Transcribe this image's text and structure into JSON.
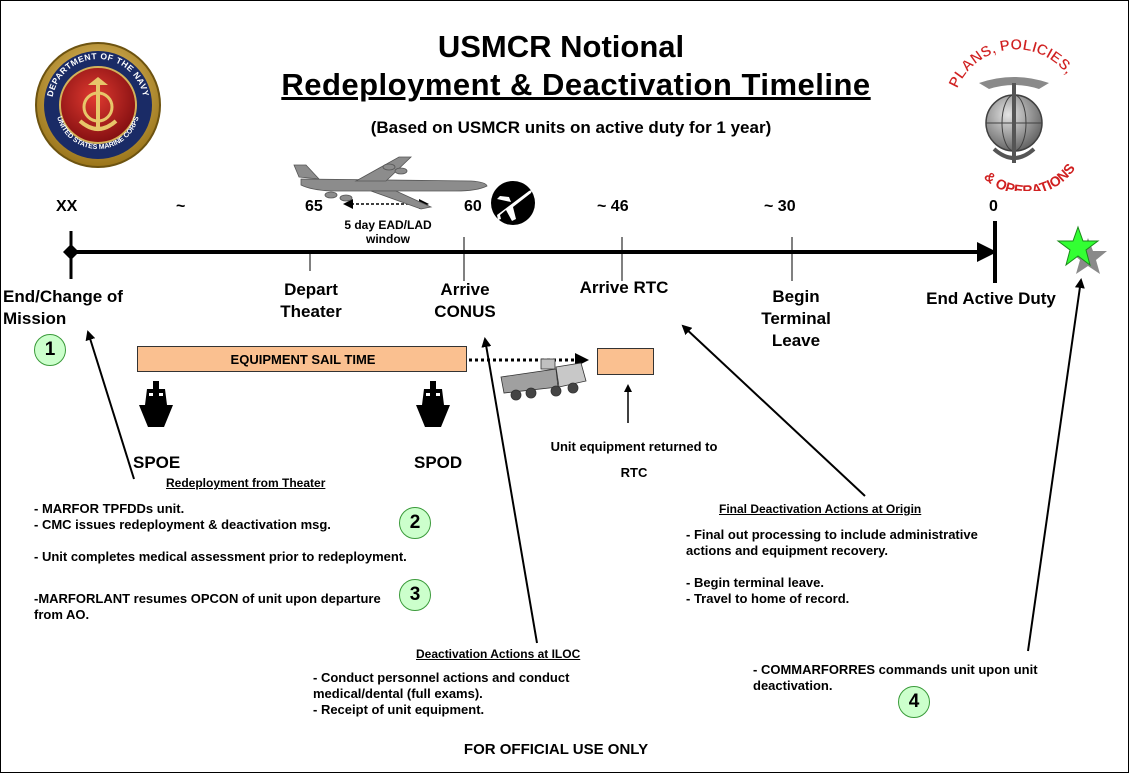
{
  "title": "USMCR Notional",
  "subtitle": "Redeployment & Deactivation Timeline",
  "basis_note": "(Based on USMCR units on active duty for 1 year)",
  "left_logo_text": [
    "DEPARTMENT OF THE NAVY",
    "UNITED STATES MARINE CORPS"
  ],
  "right_logo_text": [
    "PLANS, POLICIES,",
    "& OPERATIONS"
  ],
  "timeline": {
    "day_labels": [
      "XX",
      "~",
      "65",
      "60",
      "~ 46",
      "~ 30",
      "0"
    ],
    "ead_lad_window": "5 day EAD/LAD window",
    "events": [
      "End/Change of Mission",
      "Depart Theater",
      "Arrive CONUS",
      "Arrive RTC",
      "Begin Terminal Leave",
      "End Active Duty"
    ]
  },
  "equipment_sail_time": "EQUIPMENT SAIL TIME",
  "ports": {
    "spoe": "SPOE",
    "spod": "SPOD"
  },
  "unit_equipment_returned": "Unit equipment returned to RTC",
  "badges": [
    "1",
    "2",
    "3",
    "4"
  ],
  "sections": {
    "redeployment": {
      "heading": "Redeployment from Theater",
      "items": [
        "- MARFOR TPFDDs  unit.",
        "- CMC issues redeployment & deactivation msg.",
        "- Unit completes medical assessment prior to redeployment.",
        "-MARFORLANT resumes OPCON of unit upon departure from AO."
      ]
    },
    "iloc": {
      "heading": "Deactivation Actions at ILOC",
      "items": [
        "- Conduct personnel actions and conduct medical/dental (full exams).",
        "- Receipt of unit equipment."
      ]
    },
    "final": {
      "heading": "Final Deactivation Actions at Origin",
      "items": [
        "- Final out processing to include administrative actions and equipment recovery.",
        "- Begin terminal leave.",
        "- Travel to home of record."
      ]
    },
    "commarforres": "-  COMMARFORRES  commands unit upon unit deactivation."
  },
  "footer": "FOR OFFICIAL USE ONLY",
  "colors": {
    "sail_bar_fill": "#fac090",
    "badge_fill": "#ccffcc",
    "badge_border": "#3a9b3a",
    "seal_red": "#b0161c",
    "seal_gold": "#c9a13b",
    "star_green": "#33cc33",
    "right_logo_text": "#d02020"
  },
  "icons": [
    "navy-seal-icon",
    "pop-emblem-icon",
    "cargo-plane-icon",
    "airplane-icon",
    "ship-icon",
    "truck-icon",
    "star-icon"
  ]
}
